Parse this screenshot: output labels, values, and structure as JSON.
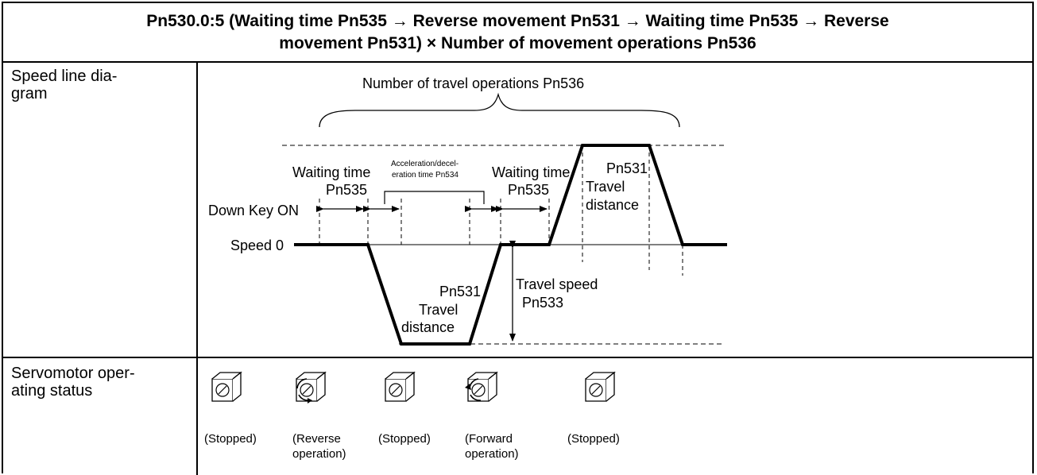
{
  "title": {
    "line1": "Pn530.0:5 (Waiting time Pn535 → Reverse movement Pn531 → Waiting time Pn535 → Reverse",
    "line2": "movement Pn531) × Number of movement operations Pn536"
  },
  "rows": {
    "speed_label_1": "Speed line dia-",
    "speed_label_2": "gram",
    "status_label_1": "Servomotor oper-",
    "status_label_2": "ating status"
  },
  "diagram": {
    "number_of_travel": "Number of travel operations Pn536",
    "accel_1": "Acceleration/decel-",
    "accel_2": "eration time Pn534",
    "waiting_1_a": "Waiting time",
    "waiting_1_b": "Pn535",
    "waiting_2_a": "Waiting time",
    "waiting_2_b": "Pn535",
    "down_key": "Down Key ON",
    "speed_zero": "Speed 0",
    "pn531_top": "Pn531",
    "travel_top": "Travel",
    "distance_top": "distance",
    "pn531_bottom": "Pn531",
    "travel_bottom": "Travel",
    "distance_bottom": "distance",
    "travel_speed": "Travel speed",
    "pn533": "Pn533"
  },
  "status": {
    "items": [
      {
        "label1": "(Stopped)",
        "label2": "",
        "rotation": "none"
      },
      {
        "label1": "(Reverse",
        "label2": "operation)",
        "rotation": "reverse"
      },
      {
        "label1": "(Stopped)",
        "label2": "",
        "rotation": "none"
      },
      {
        "label1": "(Forward",
        "label2": "operation)",
        "rotation": "forward"
      },
      {
        "label1": "(Stopped)",
        "label2": "",
        "rotation": "none"
      }
    ]
  }
}
